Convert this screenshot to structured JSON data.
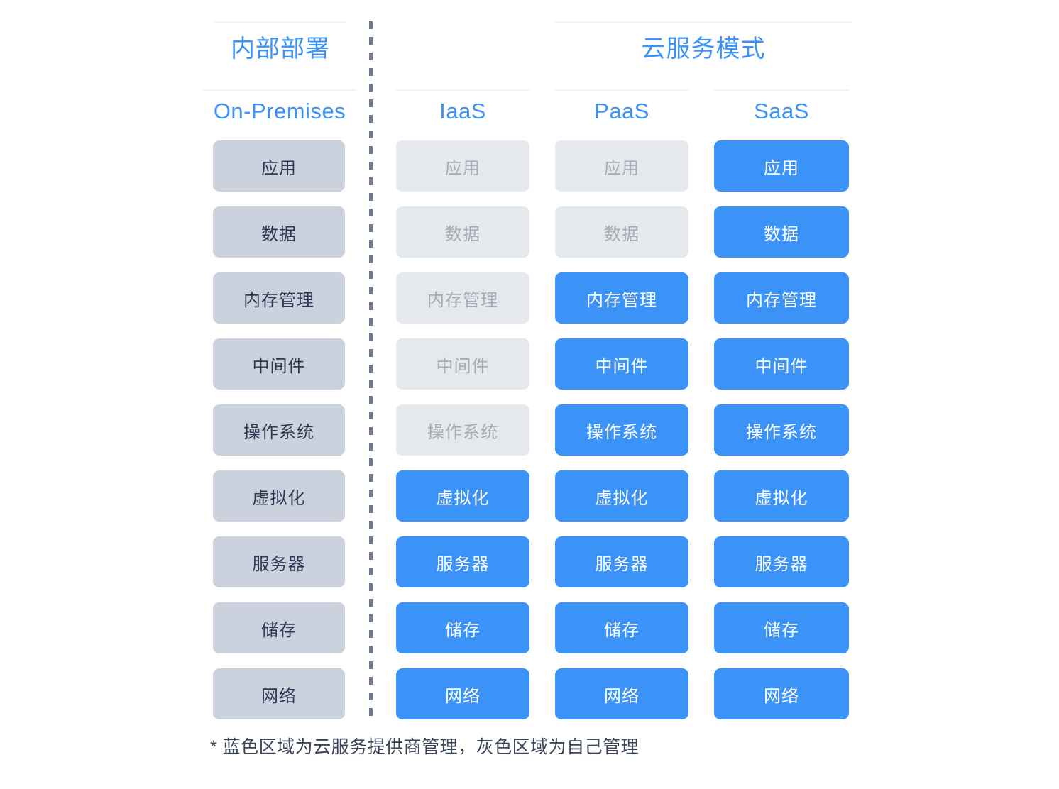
{
  "colors": {
    "accent_blue": "#3c93f7",
    "self_managed_bg": "#ccd2dd",
    "self_managed_text": "#2b3a52",
    "inactive_bg": "#e5e8ec",
    "inactive_text": "#a6acb5",
    "provider_text": "#ffffff",
    "divider": "#6b7a93",
    "rule": "#f1f3f6",
    "footnote_text": "#3a4557",
    "background": "#ffffff"
  },
  "groups": {
    "on_premises": "内部部署",
    "cloud_service": "云服务模式"
  },
  "columns": [
    {
      "key": "on-premises",
      "header": "On-Premises"
    },
    {
      "key": "iaas",
      "header": "IaaS"
    },
    {
      "key": "paas",
      "header": "PaaS"
    },
    {
      "key": "saas",
      "header": "SaaS"
    }
  ],
  "layers": [
    "应用",
    "数据",
    "内存管理",
    "中间件",
    "操作系统",
    "虚拟化",
    "服务器",
    "储存",
    "网络"
  ],
  "matrix": {
    "on-premises": [
      "self",
      "self",
      "self",
      "self",
      "self",
      "self",
      "self",
      "self",
      "self"
    ],
    "iaas": [
      "inactive",
      "inactive",
      "inactive",
      "inactive",
      "inactive",
      "provider",
      "provider",
      "provider",
      "provider"
    ],
    "paas": [
      "inactive",
      "inactive",
      "provider",
      "provider",
      "provider",
      "provider",
      "provider",
      "provider",
      "provider"
    ],
    "saas": [
      "provider",
      "provider",
      "provider",
      "provider",
      "provider",
      "provider",
      "provider",
      "provider",
      "provider"
    ]
  },
  "footnote": "* 蓝色区域为云服务提供商管理，灰色区域为自己管理",
  "legend": {
    "blue_meaning": "云服务提供商管理",
    "gray_meaning": "自己管理"
  }
}
